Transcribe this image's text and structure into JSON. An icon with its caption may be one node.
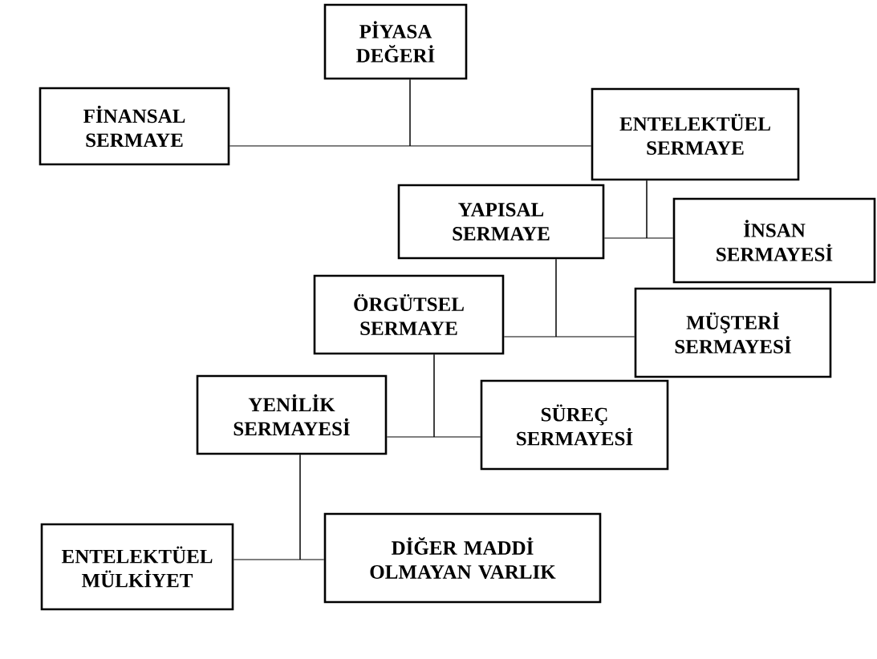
{
  "diagram": {
    "nodes": [
      {
        "text": [
          "PİYASA DEĞERİ"
        ]
      },
      {
        "text": [
          "FİNANSAL SERMAYE"
        ]
      },
      {
        "text": [
          "ENTELEKTÜEL SERMAYE"
        ]
      },
      {
        "text": [
          "YAPISAL SERMAYE"
        ]
      },
      {
        "text": [
          "İNSAN SERMAYESİ"
        ]
      },
      {
        "text": [
          "ÖRGÜTSEL SERMAYE"
        ]
      },
      {
        "text": [
          "MÜŞTERİ SERMAYESİ"
        ]
      },
      {
        "text": [
          "YENİLİK SERMAYESİ"
        ]
      },
      {
        "text": [
          "SÜREÇ SERMAYESİ"
        ]
      },
      {
        "text": [
          "ENTELEKTÜEL MÜLKİYET"
        ]
      },
      {
        "text": [
          "DİĞER MADDİ OLMAYAN VARLIK"
        ]
      }
    ],
    "edges": [
      {
        "from": 0,
        "to": 1,
        "arrow": "none"
      },
      {
        "from": 0,
        "to": 2,
        "arrow": "none"
      },
      {
        "from": 2,
        "to": 3,
        "arrow": "none"
      },
      {
        "from": 2,
        "to": 4,
        "arrow": "none"
      },
      {
        "from": 3,
        "to": 5,
        "arrow": "none"
      },
      {
        "from": 3,
        "to": 6,
        "arrow": "none"
      },
      {
        "from": 5,
        "to": 7,
        "arrow": "none"
      },
      {
        "from": 5,
        "to": 8,
        "arrow": "none"
      },
      {
        "from": 7,
        "to": 9,
        "arrow": "none"
      },
      {
        "from": 7,
        "to": 10,
        "arrow": "none"
      }
    ]
  }
}
